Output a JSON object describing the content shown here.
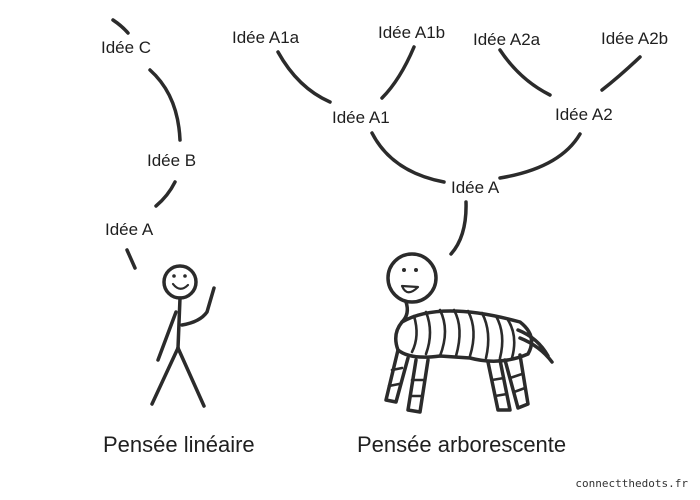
{
  "linear": {
    "nodes": [
      "Idée C",
      "Idée B",
      "Idée A"
    ],
    "caption": "Pensée linéaire"
  },
  "tree": {
    "root": "Idée A",
    "branches": [
      "Idée A1",
      "Idée A2"
    ],
    "leaves": [
      "Idée A1a",
      "Idée A1b",
      "Idée A2a",
      "Idée A2b"
    ],
    "caption": "Pensée arborescente"
  },
  "credit": "connectthedots.fr",
  "colors": {
    "ink": "#2b2b2b",
    "background": "#ffffff"
  }
}
